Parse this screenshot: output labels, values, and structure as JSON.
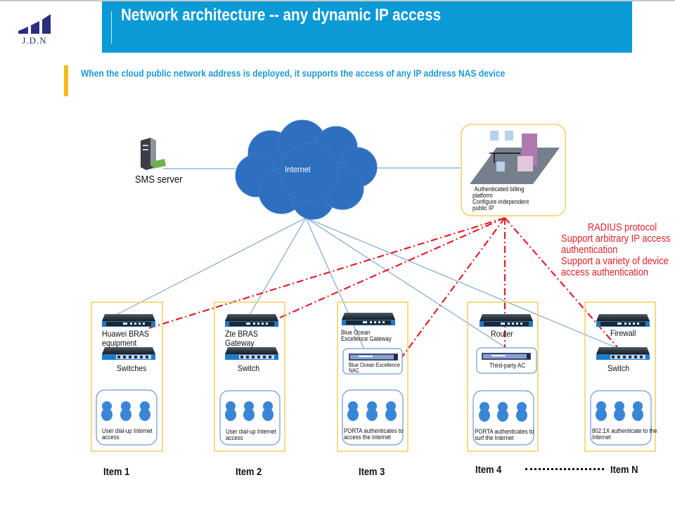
{
  "logo": {
    "text": "J.D.N",
    "brand_color": "#2b2e7c"
  },
  "header": {
    "title": "Network architecture -- any dynamic IP access",
    "band_color": "#0a9ad6"
  },
  "subtitle": {
    "text": "When the cloud public network address is deployed, it supports the access of any IP address NAS device",
    "color": "#1a9ad8",
    "accent_bar_color": "#f4b818"
  },
  "diagram": {
    "sms_server": {
      "label": "SMS server",
      "icon": "server-icon"
    },
    "internet": {
      "label": "Internet",
      "icon": "cloud-icon",
      "color": "#2f6fbf"
    },
    "billing_platform": {
      "icon": "network-platform-icon",
      "lines": [
        "Authenticated billing",
        "platform",
        "Configure independent",
        "public IP"
      ]
    },
    "radius_note": {
      "color": "#e0202a",
      "lines": [
        "RADIUS protocol",
        "Support arbitrary IP access",
        "authentication",
        "Support a variety of device",
        "access authentication"
      ]
    },
    "items": [
      {
        "label": "Item 1",
        "device1": "Huawei BRAS equipment",
        "device1_lines": [
          "Huawei BRAS",
          "equipment"
        ],
        "device2": "Switches",
        "users_caption_lines": [
          "User dial-up Internet",
          "access"
        ]
      },
      {
        "label": "Item 2",
        "device1": "Zte BRAS Gateway",
        "device1_lines": [
          "Zte BRAS",
          "Gateway"
        ],
        "device2": "Switch",
        "users_caption_lines": [
          "User dial-up Internet",
          "access"
        ]
      },
      {
        "label": "Item 3",
        "device1": "Blue Ocean Excellence Gateway",
        "device1_lines": [
          "Blue Ocean",
          "Excellence Gateway"
        ],
        "device2": "Blue Ocean Excellence NAC",
        "device2_lines": [
          "Blue Ocean Excellence",
          "NAC"
        ],
        "users_caption_lines": [
          "PORTA authenticates to",
          "access the Internet"
        ]
      },
      {
        "label": "Item 4",
        "device1": "Router",
        "device2": "Third-party AC",
        "users_caption_lines": [
          "PORTA authenticates to",
          "surf the Internet"
        ]
      },
      {
        "label": "Item N",
        "device1": "Firewall",
        "device2": "Switch",
        "users_caption_lines": [
          "802.1X authenticate to the",
          "Internet"
        ]
      }
    ],
    "colors": {
      "box_border": "#f2cf5b",
      "user_group_border": "#6a9ad0",
      "user_fill": "#3a86d6",
      "link_line": "#7fa7d2",
      "radius_line": "#e0202a"
    }
  }
}
